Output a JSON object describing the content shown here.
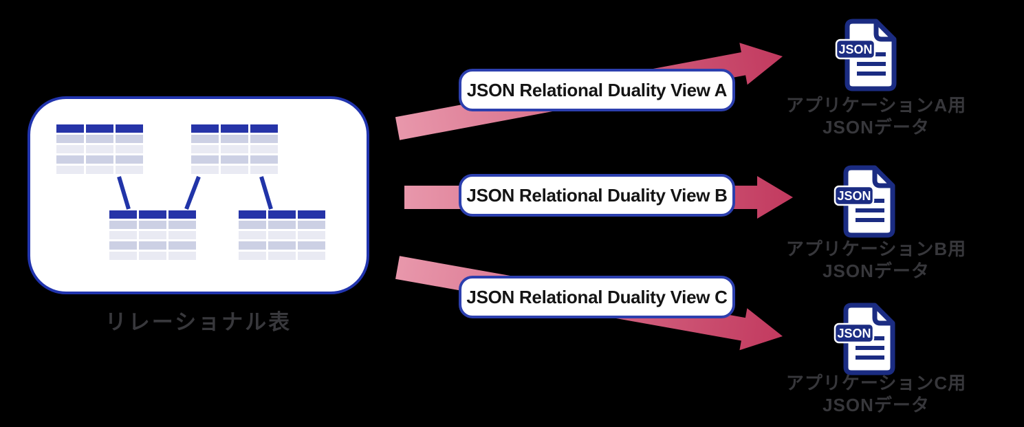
{
  "panel": {
    "label": "リレーショナル表",
    "table": {
      "cols": 3,
      "data_rows": 4,
      "header_color": "#2634a8",
      "row_colors": [
        "#ccd0e4",
        "#e9eaf3"
      ]
    }
  },
  "views": [
    {
      "label": "JSON Relational Duality View A"
    },
    {
      "label": "JSON Relational Duality View B"
    },
    {
      "label": "JSON Relational Duality View C"
    }
  ],
  "outputs": [
    {
      "badge": "JSON",
      "label_lines": [
        "アプリケーションA用",
        "JSONデータ"
      ]
    },
    {
      "badge": "JSON",
      "label_lines": [
        "アプリケーションB用",
        "JSONデータ"
      ]
    },
    {
      "badge": "JSON",
      "label_lines": [
        "アプリケーションC用",
        "JSONデータ"
      ]
    }
  ],
  "colors": {
    "background": "#000000",
    "panel_border": "#2134ae",
    "view_box_border": "#2c3fae",
    "table_header": "#2634a8",
    "table_row_dark": "#ccd0e4",
    "table_row_light": "#e9eaf3",
    "connector": "#2134a8",
    "arrow_tail_pink": "#e897ab",
    "arrow_head_crimson": "#c23a5f",
    "doc_icon_navy": "#1b2c82",
    "label_text": "#37373b"
  }
}
